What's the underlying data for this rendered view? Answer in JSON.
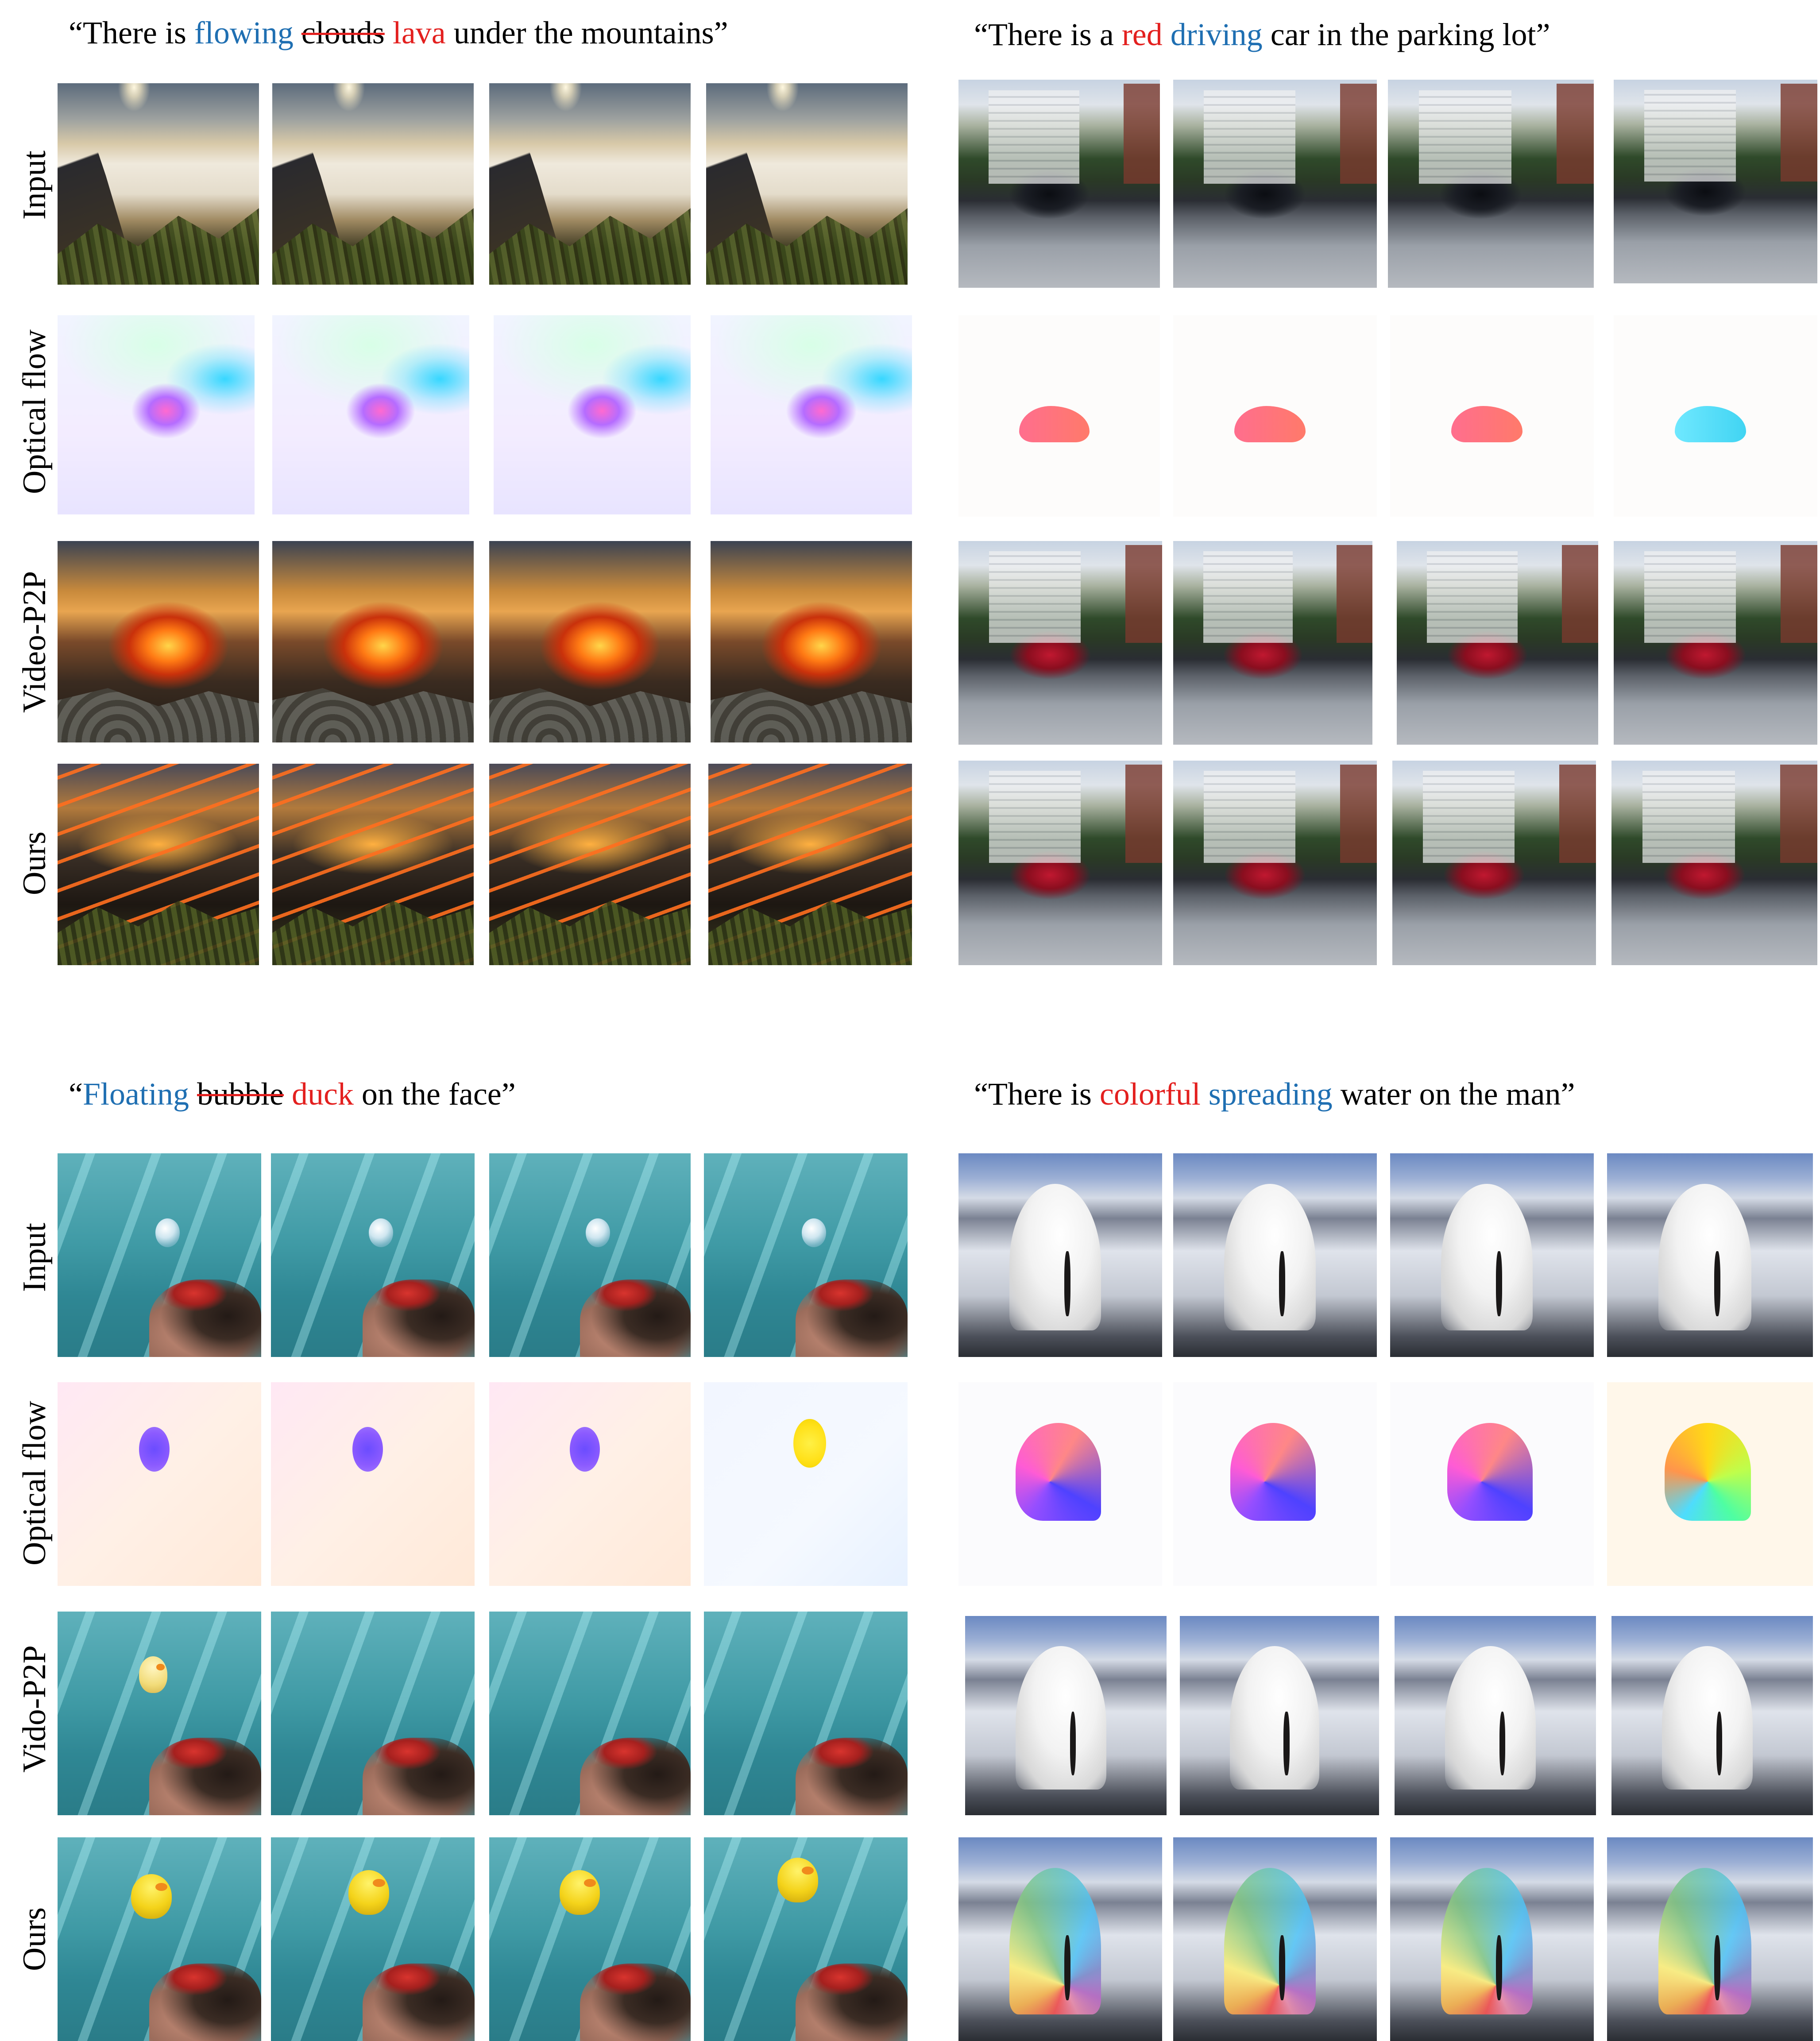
{
  "examples": [
    {
      "caption": {
        "prefix": "“There is ",
        "words": [
          {
            "text": "flowing",
            "style": "blue"
          },
          {
            "text": " "
          },
          {
            "text": "clouds",
            "style": "strike"
          },
          {
            "text": " "
          },
          {
            "text": "lava",
            "style": "red"
          },
          {
            "text": " under the mountains”"
          }
        ]
      },
      "rows": [
        "Input",
        "Optical flow",
        "Video-P2P",
        "Ours"
      ]
    },
    {
      "caption": {
        "prefix": "“There is a ",
        "words": [
          {
            "text": "red",
            "style": "red"
          },
          {
            "text": " "
          },
          {
            "text": "driving",
            "style": "blue"
          },
          {
            "text": " car in the parking lot”"
          }
        ]
      }
    },
    {
      "caption": {
        "prefix": "“",
        "words": [
          {
            "text": "Floating",
            "style": "blue"
          },
          {
            "text": " "
          },
          {
            "text": "bubble",
            "style": "strike"
          },
          {
            "text": " "
          },
          {
            "text": "duck",
            "style": "red"
          },
          {
            "text": " on the face”"
          }
        ]
      },
      "rows": [
        "Input",
        "Optical flow",
        "Vido-P2P",
        "Ours"
      ]
    },
    {
      "caption": {
        "prefix": "“There is ",
        "words": [
          {
            "text": "colorful",
            "style": "red"
          },
          {
            "text": " "
          },
          {
            "text": "spreading",
            "style": "blue"
          },
          {
            "text": " water on the man”"
          }
        ]
      }
    }
  ],
  "colors": {
    "blue_word": "#1f6fb2",
    "red_word": "#e3201f",
    "strike_line": "#e3201f"
  }
}
